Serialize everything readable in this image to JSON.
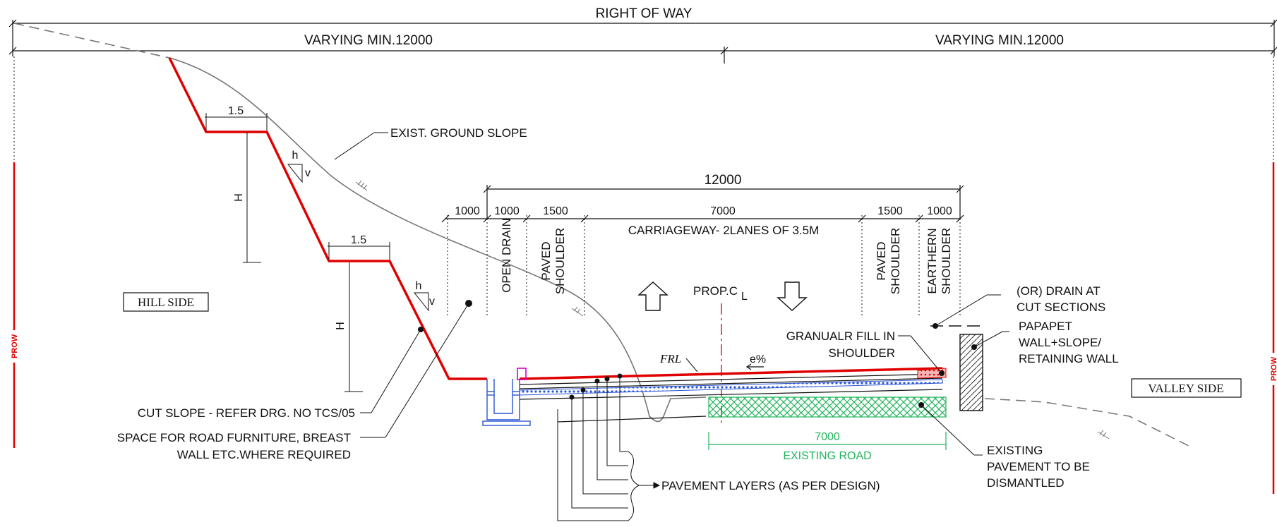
{
  "top": {
    "right_of_way": "RIGHT OF WAY",
    "left_span": "VARYING MIN.12000",
    "right_span": "VARYING MIN.12000"
  },
  "prow": {
    "left": "PROW",
    "right": "PROW"
  },
  "sides": {
    "hill": "HILL SIDE",
    "valley": "VALLEY SIDE"
  },
  "cut_slope": {
    "bench1_width": "1.5",
    "bench2_width": "1.5",
    "height1": "H",
    "height2": "H",
    "slope1_h": "h",
    "slope1_v": "v",
    "slope2_h": "h",
    "slope2_v": "v"
  },
  "ground_label": "EXIST. GROUND SLOPE",
  "dimensions": {
    "overall": "12000",
    "d_space": "1000",
    "d_drain": "1000",
    "d_paved_left": "1500",
    "d_carriageway": "7000",
    "d_paved_right": "1500",
    "d_earthen": "1000"
  },
  "zones": {
    "open_drain": "OPEN DRAIN",
    "paved_shoulder_left_1": "PAVED",
    "paved_shoulder_left_2": "SHOULDER",
    "carriageway": "CARRIAGEWAY- 2LANES OF 3.5M",
    "paved_shoulder_right_1": "PAVED",
    "paved_shoulder_right_2": "SHOULDER",
    "earthen_shoulder_1": "EARTHERN",
    "earthen_shoulder_2": "SHOULDER"
  },
  "centerline": {
    "label": "PROP.C",
    "sub": "L",
    "frl": "FRL",
    "crossfall": "e%"
  },
  "callouts": {
    "drain_cut_1": "(OR) DRAIN AT",
    "drain_cut_2": "CUT SECTIONS",
    "parapet_1": "PAPAPET",
    "parapet_2": "WALL+SLOPE/",
    "parapet_3": "RETAINING WALL",
    "granular_1": "GRANUALR FILL IN",
    "granular_2": "SHOULDER",
    "cut_slope_ref": "CUT SLOPE - REFER DRG. NO TCS/05",
    "furniture_1": "SPACE FOR ROAD FURNITURE, BREAST",
    "furniture_2": "WALL ETC.WHERE REQUIRED",
    "pavement_layers": "PAVEMENT LAYERS (AS PER DESIGN)",
    "existing_pav_1": "EXISTING",
    "existing_pav_2": "PAVEMENT TO BE",
    "existing_pav_3": "DISMANTLED"
  },
  "existing_road": {
    "width": "7000",
    "label": "EXISTING ROAD"
  },
  "colors": {
    "line": "#111111",
    "red": "#e00000",
    "green": "#1fb45a",
    "blue": "#2a55d6",
    "magenta": "#d000d0",
    "gray": "#777777"
  }
}
